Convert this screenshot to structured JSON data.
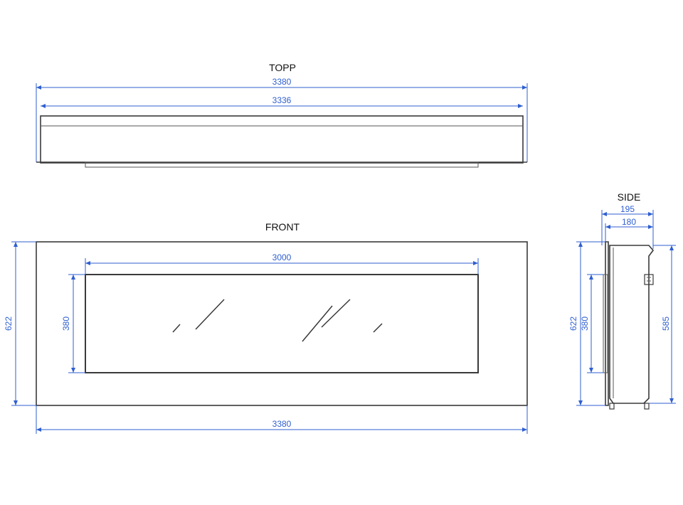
{
  "views": {
    "top": {
      "title": "TOPP",
      "width_outer": "3380",
      "width_inner": "3336"
    },
    "front": {
      "title": "FRONT",
      "glass_width": "3000",
      "glass_height": "380",
      "total_height": "622",
      "total_width": "3380"
    },
    "side": {
      "title": "SIDE",
      "depth_outer": "195",
      "depth_inner": "180",
      "total_height": "622",
      "glass_height": "380",
      "body_height": "585"
    }
  },
  "colors": {
    "dimension": "#2f5fd0",
    "outline": "#3a3a3a"
  }
}
